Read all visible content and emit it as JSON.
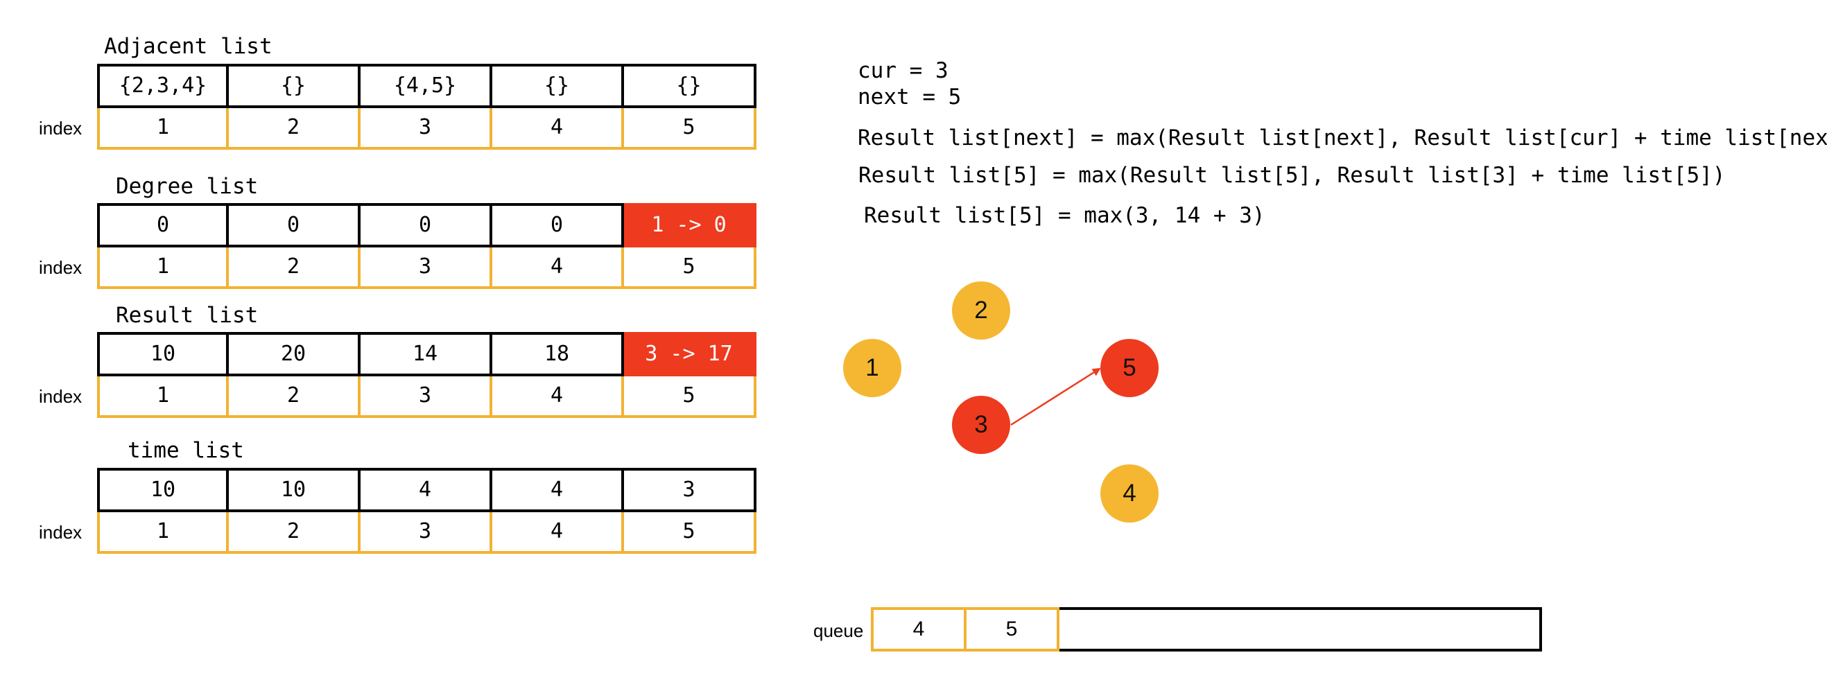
{
  "adjacent_list": {
    "title": "Adjacent list",
    "values": [
      "{2,3,4}",
      "{}",
      "{4,5}",
      "{}",
      "{}"
    ],
    "indices": [
      "1",
      "2",
      "3",
      "4",
      "5"
    ]
  },
  "degree_list": {
    "title": "Degree list",
    "values": [
      "0",
      "0",
      "0",
      "0",
      "1 -> 0"
    ],
    "indices": [
      "1",
      "2",
      "3",
      "4",
      "5"
    ],
    "highlight_index": 4
  },
  "result_list": {
    "title": "Result list",
    "values": [
      "10",
      "20",
      "14",
      "18",
      "3 -> 17"
    ],
    "indices": [
      "1",
      "2",
      "3",
      "4",
      "5"
    ],
    "highlight_index": 4
  },
  "time_list": {
    "title": "time list",
    "values": [
      "10",
      "10",
      "4",
      "4",
      "3"
    ],
    "indices": [
      "1",
      "2",
      "3",
      "4",
      "5"
    ]
  },
  "index_label": "index",
  "formulas": {
    "cur": "cur = 3",
    "next": "next = 5",
    "general": "Result list[next] = max(Result list[next], Result list[cur] + time list[next])",
    "substituted": "Result list[5] = max(Result list[5], Result list[3] + time list[5])",
    "evaluated": "Result list[5] = max(3, 14 + 3)"
  },
  "graph": {
    "nodes": [
      {
        "id": "1",
        "state": "pending"
      },
      {
        "id": "2",
        "state": "pending"
      },
      {
        "id": "3",
        "state": "current"
      },
      {
        "id": "4",
        "state": "pending"
      },
      {
        "id": "5",
        "state": "current"
      }
    ],
    "edges": [
      {
        "from": "3",
        "to": "5"
      }
    ],
    "colors": {
      "pending": "#f5b731",
      "current": "#ee3a1e",
      "edge": "#ee3a1e"
    }
  },
  "queue": {
    "label": "queue",
    "items": [
      "4",
      "5"
    ]
  },
  "colors": {
    "index_border": "#f2b233",
    "highlight": "#ee3a1e"
  }
}
